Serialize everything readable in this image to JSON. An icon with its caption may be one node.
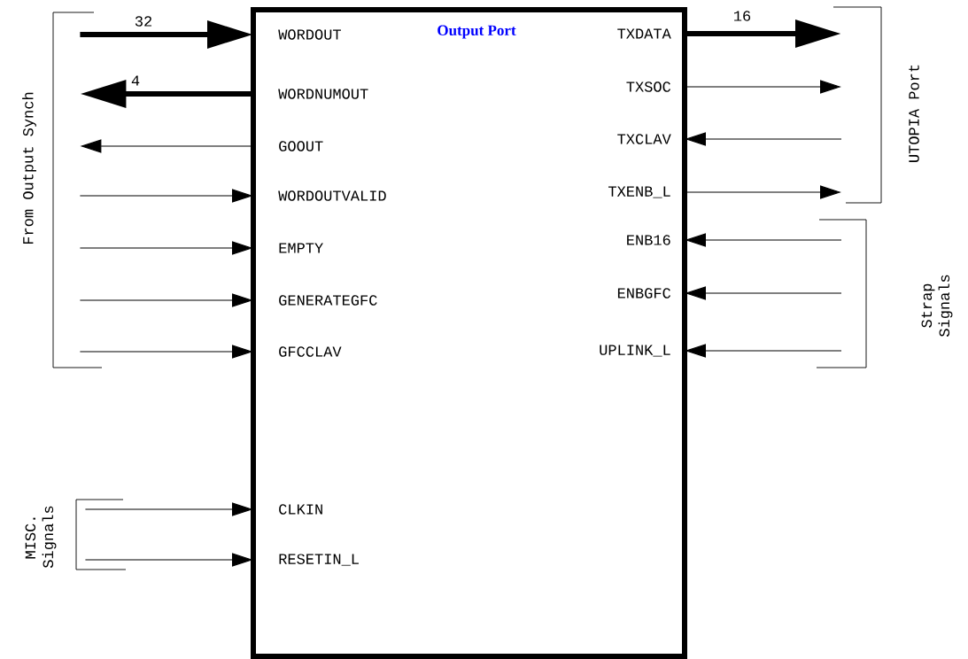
{
  "diagram": {
    "nodes": [
      {
        "text": [
          "Output Port"
        ]
      },
      {
        "text": [
          "WORDOUT"
        ],
        "in": 0
      },
      {
        "text": [
          "TXDATA"
        ],
        "in": 0
      },
      {
        "text": [
          "WORDNUMOUT"
        ],
        "in": 0
      },
      {
        "text": [
          "TXSOC"
        ],
        "in": 0
      },
      {
        "text": [
          "GOOUT"
        ],
        "in": 0
      },
      {
        "text": [
          "TXCLAV"
        ],
        "in": 0
      },
      {
        "text": [
          "WORDOUTVALID"
        ],
        "in": 0
      },
      {
        "text": [
          "TXENB_L"
        ],
        "in": 0
      },
      {
        "text": [
          "EMPTY"
        ],
        "in": 0
      },
      {
        "text": [
          "ENB16"
        ],
        "in": 0
      },
      {
        "text": [
          "GENERATEGFC"
        ],
        "in": 0
      },
      {
        "text": [
          "ENBGFC"
        ],
        "in": 0
      },
      {
        "text": [
          "GFCCLAV"
        ],
        "in": 0
      },
      {
        "text": [
          "UPLINK_L"
        ],
        "in": 0
      },
      {
        "text": [
          "CLKIN"
        ],
        "in": 0
      },
      {
        "text": [
          "RESETIN_L"
        ],
        "in": 0
      },
      {
        "text": [
          "From Output Synch"
        ]
      },
      {
        "text": [
          "UTOPIA Port"
        ]
      },
      {
        "text": [
          "Strap Signals"
        ]
      },
      {
        "text": [
          "MISC. Signals"
        ]
      }
    ],
    "edges": [
      {
        "from": 17,
        "to": 1,
        "arrow": "to",
        "label": "32",
        "style": "thick"
      },
      {
        "from": 2,
        "to": 18,
        "arrow": "to",
        "label": "16",
        "style": "thick"
      },
      {
        "from": 3,
        "to": 17,
        "arrow": "to",
        "label": "4",
        "style": "thick"
      },
      {
        "from": 4,
        "to": 18,
        "arrow": "to"
      },
      {
        "from": 5,
        "to": 17,
        "arrow": "to"
      },
      {
        "from": 18,
        "to": 6,
        "arrow": "to"
      },
      {
        "from": 17,
        "to": 7,
        "arrow": "to"
      },
      {
        "from": 8,
        "to": 18,
        "arrow": "to"
      },
      {
        "from": 17,
        "to": 9,
        "arrow": "to"
      },
      {
        "from": 19,
        "to": 10,
        "arrow": "to"
      },
      {
        "from": 17,
        "to": 11,
        "arrow": "to"
      },
      {
        "from": 19,
        "to": 12,
        "arrow": "to"
      },
      {
        "from": 17,
        "to": 13,
        "arrow": "to"
      },
      {
        "from": 19,
        "to": 14,
        "arrow": "to"
      },
      {
        "from": 20,
        "to": 15,
        "arrow": "to"
      },
      {
        "from": 20,
        "to": 16,
        "arrow": "to"
      }
    ]
  }
}
